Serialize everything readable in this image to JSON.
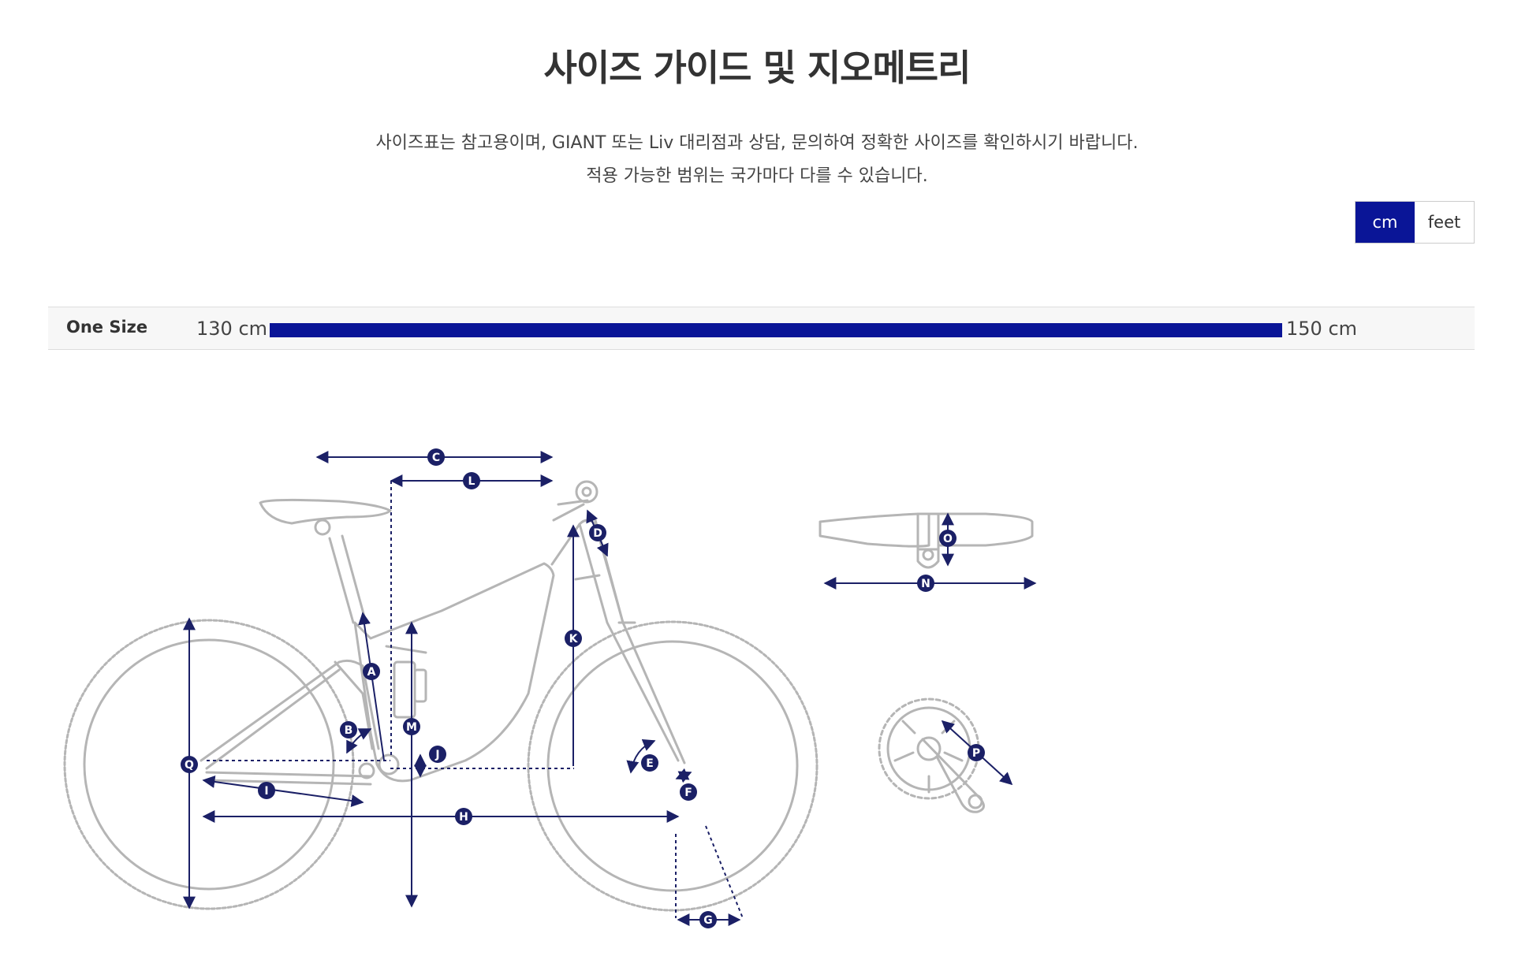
{
  "page": {
    "title": "사이즈 가이드 및 지오메트리",
    "description_line1": "사이즈표는 참고용이며, GIANT 또는 Liv 대리점과 상담, 문의하여 정확한 사이즈를 확인하시기 바랍니다.",
    "description_line2": "적용 가능한 범위는 국가마다 다를 수 있습니다."
  },
  "units": {
    "options": [
      "cm",
      "feet"
    ],
    "selected": "cm"
  },
  "size_chart": {
    "name": "One Size",
    "min_label": "130 cm",
    "max_label": "150 cm",
    "bar_color": "#0a1597"
  },
  "geometry_labels": {
    "A": "A",
    "B": "B",
    "C": "C",
    "D": "D",
    "E": "E",
    "F": "F",
    "G": "G",
    "H": "H",
    "I": "I",
    "J": "J",
    "K": "K",
    "L": "L",
    "M": "M",
    "N": "N",
    "O": "O",
    "P": "P",
    "Q": "Q"
  },
  "colors": {
    "accent": "#0a1597",
    "badge": "#1b2066",
    "outline": "#b5b5b5"
  }
}
